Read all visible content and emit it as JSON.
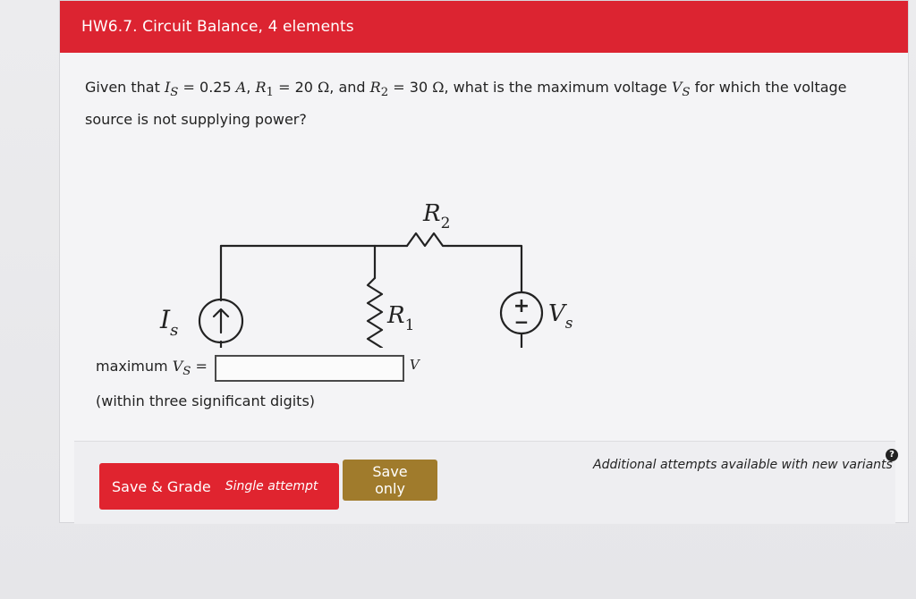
{
  "header": {
    "title": "HW6.7. Circuit Balance, 4 elements"
  },
  "question": {
    "part1": "Given that ",
    "is_sym": "I",
    "is_sub": "S",
    "eq": " = ",
    "is_val": "0.25 ",
    "is_unit": "A",
    "sep1": ", ",
    "r1_sym": "R",
    "r1_sub": "1",
    "r1_val": "20 ",
    "r1_unit": "Ω",
    "sep2": ", and ",
    "r2_sym": "R",
    "r2_sub": "2",
    "r2_val": "30 ",
    "r2_unit": "Ω",
    "part2": ", what is the maximum voltage ",
    "vs_sym": "V",
    "vs_sub": "S",
    "part3": " for which the voltage source is not supplying power?"
  },
  "circuit": {
    "current_source_label": "I",
    "current_source_sub": "s",
    "r1_label": "R",
    "r1_sub": "1",
    "r2_label": "R",
    "r2_sub": "2",
    "voltage_source_label": "V",
    "voltage_source_sub": "s",
    "plus": "+",
    "minus": "−"
  },
  "answer": {
    "label_text": "maximum ",
    "label_sym": "V",
    "label_sub": "S",
    "label_eq": " =",
    "value": "",
    "unit": "V",
    "hint": "(within three significant digits)"
  },
  "footer": {
    "grade_label": "Save & Grade",
    "grade_sub": "Single attempt",
    "save_label": "Save only",
    "attempts_note": "Additional attempts available with new variants",
    "help_glyph": "?"
  }
}
